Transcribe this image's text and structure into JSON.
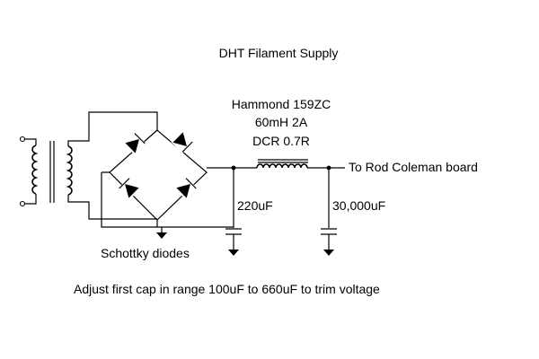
{
  "title": "DHT Filament Supply",
  "choke": {
    "model": "Hammond 159ZC",
    "inductance": "60mH 2A",
    "dcr": "DCR 0.7R"
  },
  "output_label": "To Rod Coleman board",
  "cap1_label": "220uF",
  "cap2_label": "30,000uF",
  "diodes_label": "Schottky diodes",
  "note": "Adjust first cap in range 100uF to 660uF to trim voltage"
}
